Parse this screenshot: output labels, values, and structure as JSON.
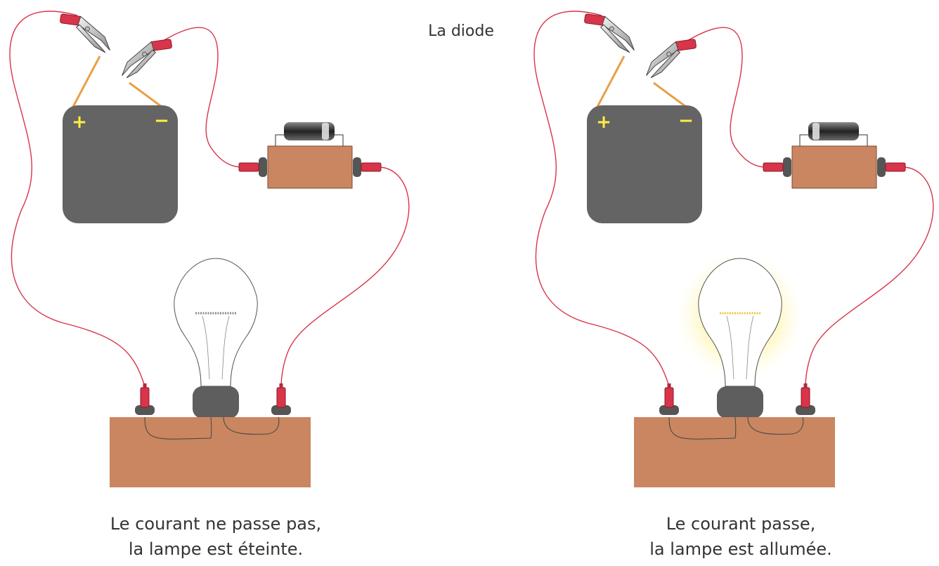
{
  "title": "La diode",
  "battery": {
    "plus": "+",
    "minus": "−"
  },
  "left": {
    "caption_line1": "Le courant ne passe pas,",
    "caption_line2": "la lampe est éteinte."
  },
  "right": {
    "caption_line1": "Le courant passe,",
    "caption_line2": "la lampe est allumée."
  },
  "colors": {
    "board": "#c98660",
    "battery": "#646464",
    "wire": "#d8344a",
    "glow": "#fff2a0",
    "sign": "#ffee44"
  }
}
